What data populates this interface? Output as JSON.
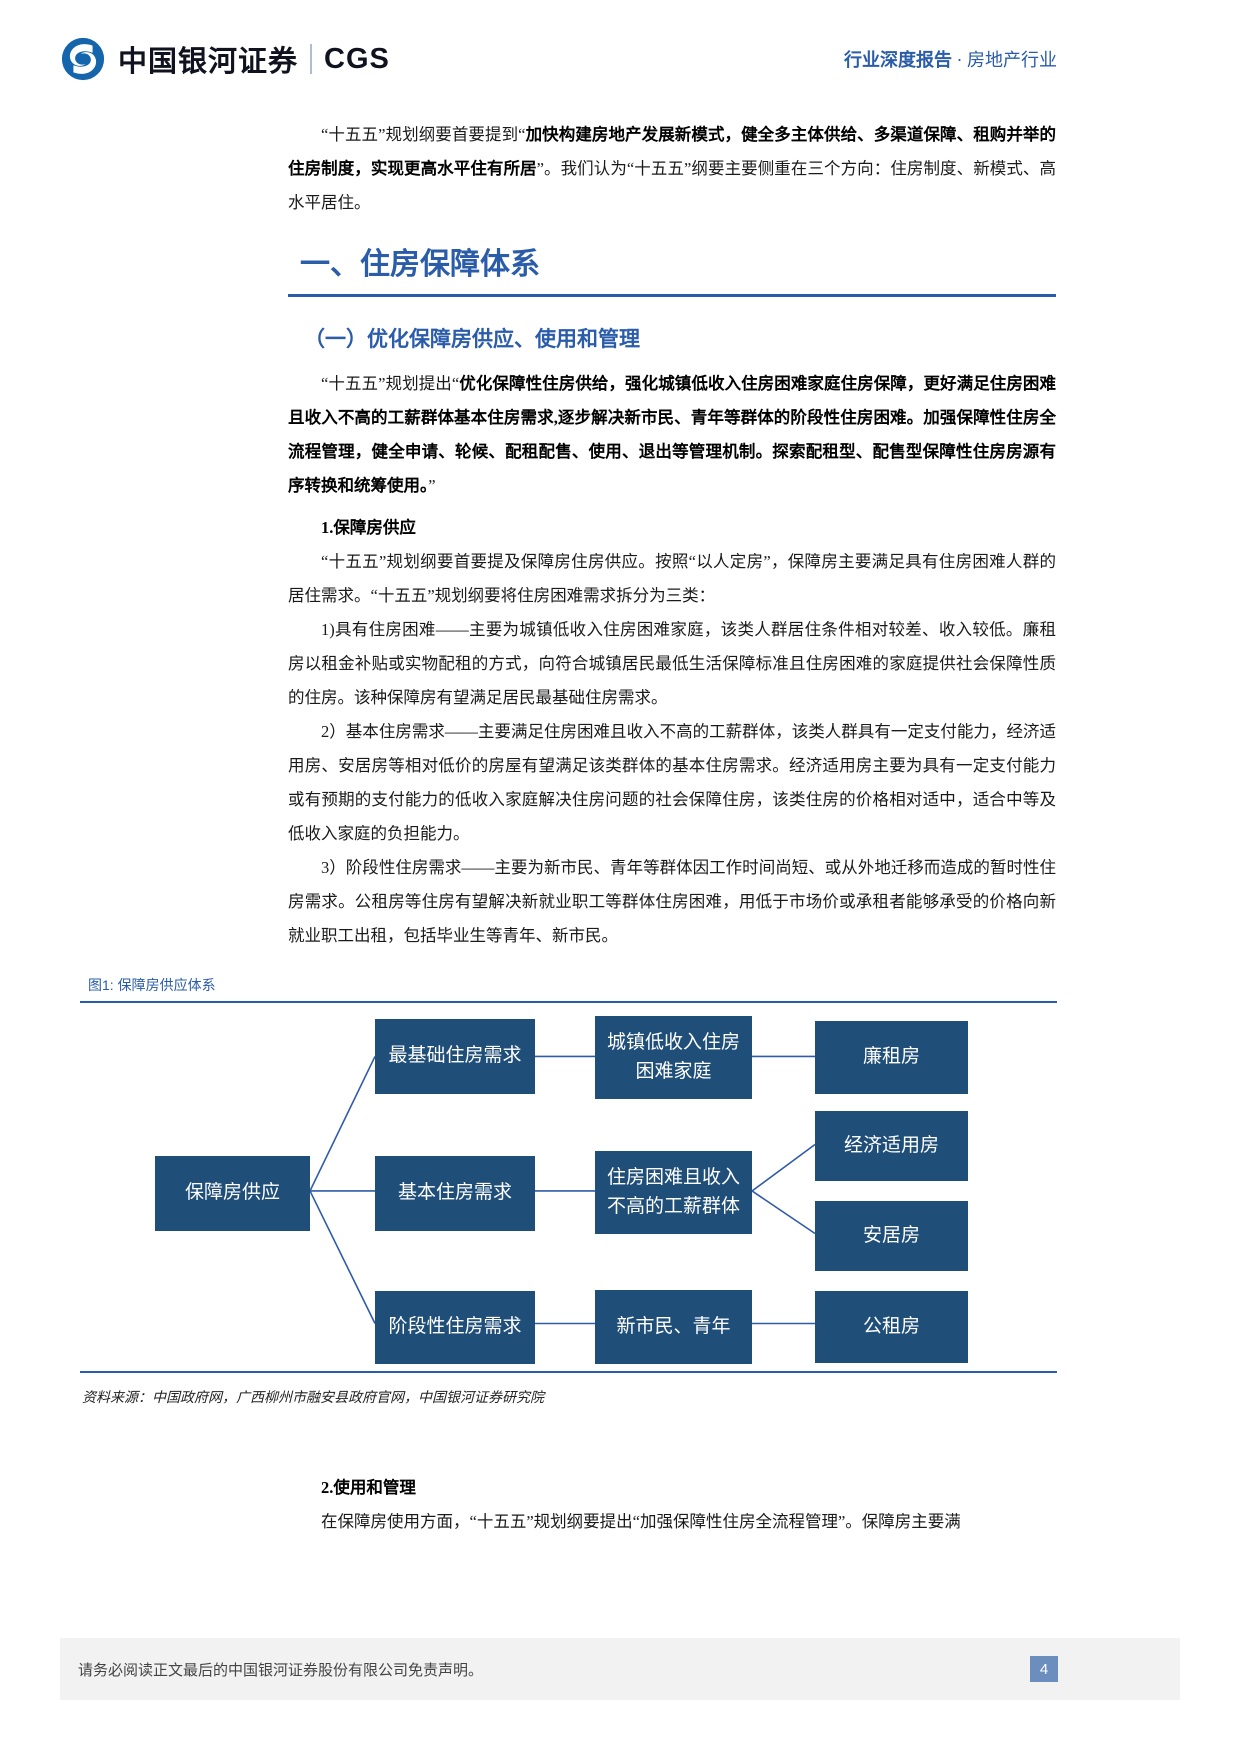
{
  "header": {
    "brand_cn": "中国银河证券",
    "brand_en": "CGS",
    "right_bold": "行业深度报告",
    "right_sep": " · ",
    "right_normal": "房地产行业"
  },
  "intro": {
    "pre": "“十五五”规划纲要首要提到“",
    "bold": "加快构建房地产发展新模式，健全多主体供给、多渠道保障、租购并举的住房制度，实现更高水平住有所居",
    "post": "”。我们认为“十五五”纲要主要侧重在三个方向：住房制度、新模式、高水平居住。"
  },
  "section": {
    "title": "一、住房保障体系",
    "subtitle": "（一）优化保障房供应、使用和管理"
  },
  "quote_para": {
    "pre": "“十五五”规划提出“",
    "bold": "优化保障性住房供给，强化城镇低收入住房困难家庭住房保障，更好满足住房困难且收入不高的工薪群体基本住房需求,逐步解决新市民、青年等群体的阶段性住房困难。加强保障性住房全流程管理，健全申请、轮候、配租配售、使用、退出等管理机制。探索配租型、配售型保障性住房房源有序转换和统筹使用。",
    "post": "”"
  },
  "supply": {
    "heading": "1.保障房供应",
    "p1": "“十五五”规划纲要首要提及保障房住房供应。按照“以人定房”，保障房主要满足具有住房困难人群的居住需求。“十五五”规划纲要将住房困难需求拆分为三类：",
    "p2": "1)具有住房困难——主要为城镇低收入住房困难家庭，该类人群居住条件相对较差、收入较低。廉租房以租金补贴或实物配租的方式，向符合城镇居民最低生活保障标准且住房困难的家庭提供社会保障性质的住房。该种保障房有望满足居民最基础住房需求。",
    "p3": "2）基本住房需求——主要满足住房困难且收入不高的工薪群体，该类人群具有一定支付能力，经济适用房、安居房等相对低价的房屋有望满足该类群体的基本住房需求。经济适用房主要为具有一定支付能力或有预期的支付能力的低收入家庭解决住房问题的社会保障住房，该类住房的价格相对适中，适合中等及低收入家庭的负担能力。",
    "p4": "3）阶段性住房需求——主要为新市民、青年等群体因工作时间尚短、或从外地迁移而造成的暂时性住房需求。公租房等住房有望解决新就业职工等群体住房困难，用低于市场价或承租者能够承受的价格向新就业职工出租，包括毕业生等青年、新市民。"
  },
  "figure": {
    "caption": "图1:  保障房供应体系",
    "source": "资料来源：中国政府网，广西柳州市融安县政府官网，中国银河证券研究院",
    "root": "保障房供应",
    "level2": [
      "最基础住房需求",
      "基本住房需求",
      "阶段性住房需求"
    ],
    "level3": [
      "城镇低收入住房困难家庭",
      "住房困难且收入不高的工薪群体",
      "新市民、青年"
    ],
    "level4": [
      "廉租房",
      "经济适用房",
      "安居房",
      "公租房"
    ],
    "edges": [
      [
        "保障房供应",
        "最基础住房需求"
      ],
      [
        "保障房供应",
        "基本住房需求"
      ],
      [
        "保障房供应",
        "阶段性住房需求"
      ],
      [
        "最基础住房需求",
        "城镇低收入住房困难家庭"
      ],
      [
        "城镇低收入住房困难家庭",
        "廉租房"
      ],
      [
        "基本住房需求",
        "住房困难且收入不高的工薪群体"
      ],
      [
        "住房困难且收入不高的工薪群体",
        "经济适用房"
      ],
      [
        "住房困难且收入不高的工薪群体",
        "安居房"
      ],
      [
        "阶段性住房需求",
        "新市民、青年"
      ],
      [
        "新市民、青年",
        "公租房"
      ]
    ]
  },
  "usage": {
    "heading": "2.使用和管理",
    "p1": "在保障房使用方面，“十五五”规划纲要提出“加强保障性住房全流程管理”。保障房主要满"
  },
  "footer": {
    "disclaimer": "请务必阅读正文最后的中国银河证券股份有限公司免责声明。",
    "page_number": "4"
  },
  "colors": {
    "accent": "#2a5caa",
    "diagram_box": "#1f4e79",
    "footer_bg": "#f2f2f2",
    "pagenum_bg": "#6c8ebf",
    "logo_blue": "#1465ac"
  }
}
